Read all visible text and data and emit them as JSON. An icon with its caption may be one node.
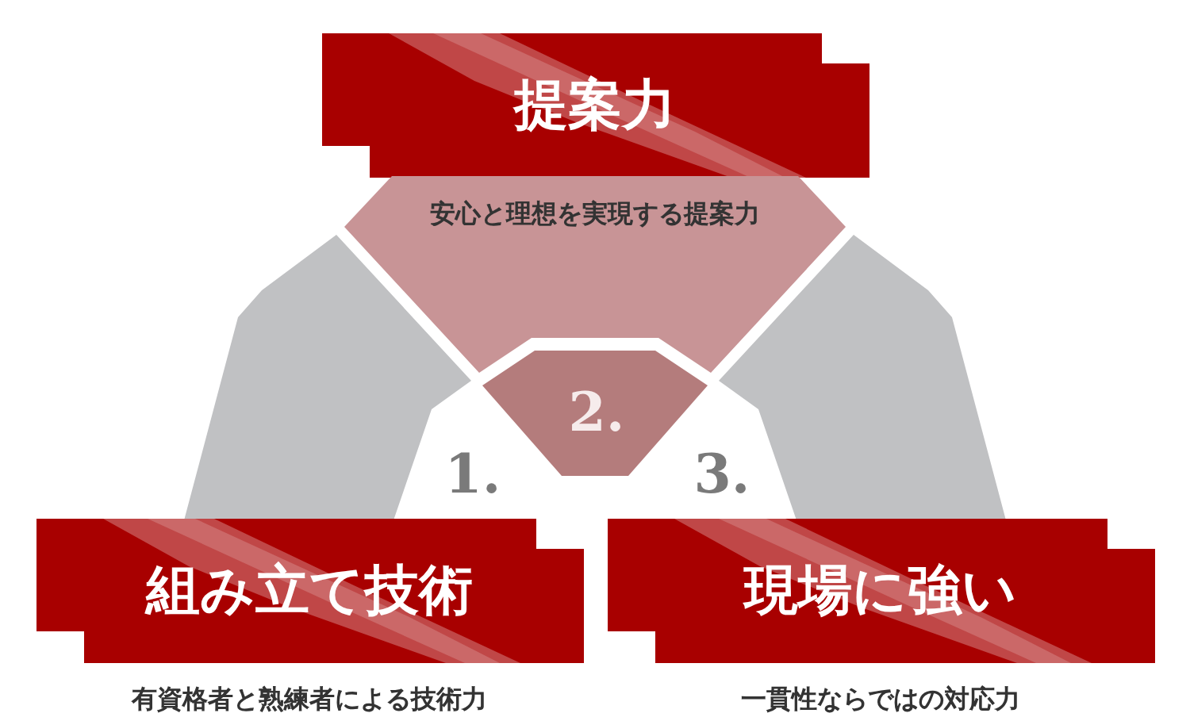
{
  "diagram": {
    "nodes": [
      {
        "text": [
          "提案力"
        ]
      },
      {
        "text": [
          "安心と理想を実現する提案力"
        ]
      },
      {
        "text": [],
        "shape": "polygon"
      },
      {
        "text": [],
        "shape": "polygon"
      },
      {
        "text": [
          "2."
        ]
      },
      {
        "text": [
          "組み立て技術"
        ],
        "beside": [
          "有資格者と熟練者による技術力"
        ]
      },
      {
        "text": [
          "現場に強い"
        ],
        "beside": [
          "一貫性ならではの対応力"
        ]
      }
    ],
    "labels": [
      "1.",
      "3."
    ]
  }
}
